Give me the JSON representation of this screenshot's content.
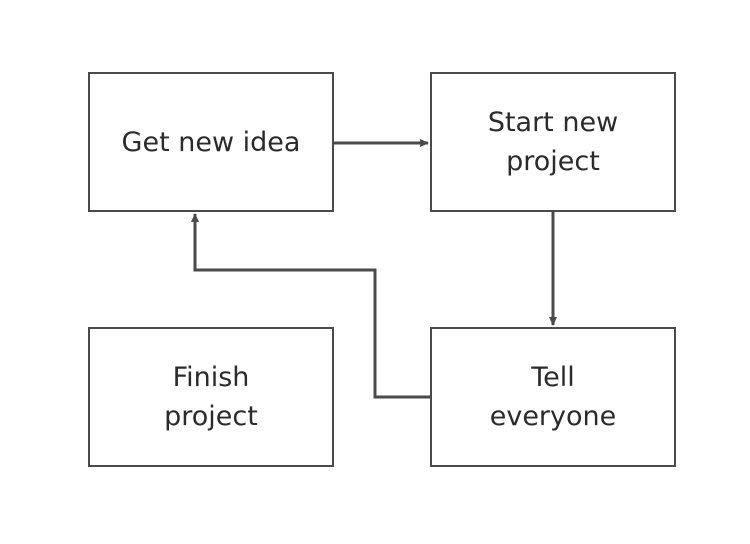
{
  "diagram": {
    "nodes": [
      {
        "id": "get-new-idea",
        "label": "Get new idea"
      },
      {
        "id": "start-new-project",
        "label": "Start new project"
      },
      {
        "id": "tell-everyone",
        "label": "Tell everyone"
      },
      {
        "id": "finish-project",
        "label": "Finish project"
      }
    ],
    "edges": [
      {
        "from": "get-new-idea",
        "to": "start-new-project"
      },
      {
        "from": "start-new-project",
        "to": "tell-everyone"
      },
      {
        "from": "tell-everyone",
        "to": "get-new-idea"
      }
    ],
    "colors": {
      "stroke": "#4a4a4a",
      "text": "#2b2b2b",
      "background": "#ffffff"
    }
  }
}
